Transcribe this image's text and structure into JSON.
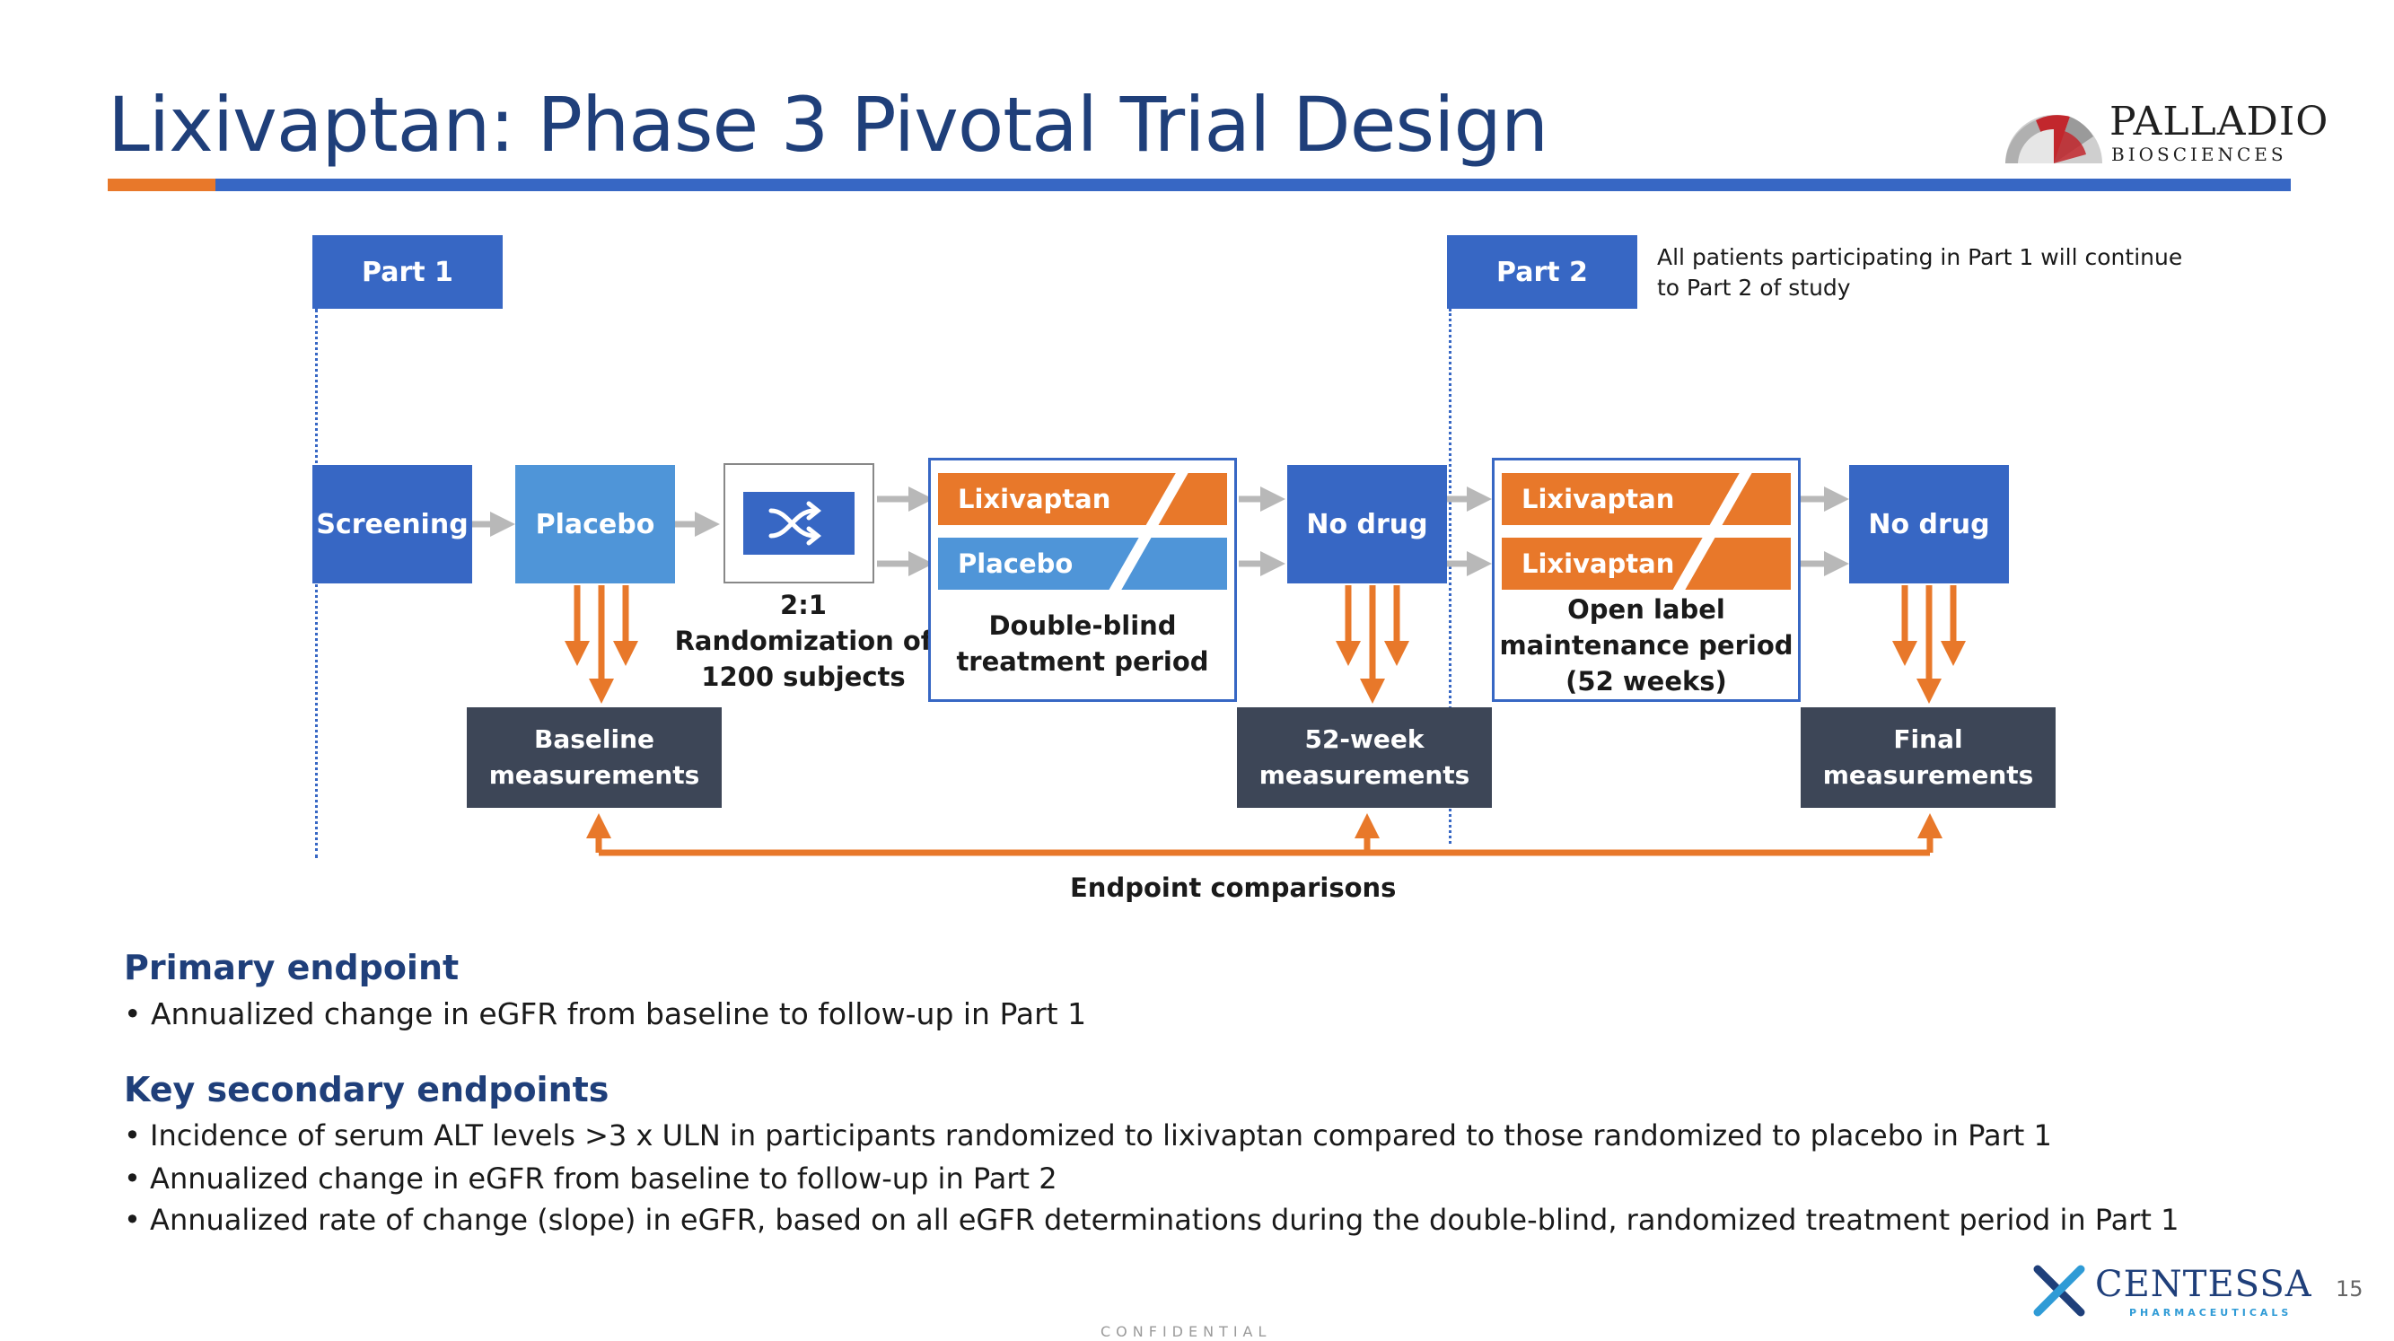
{
  "title": "Lixivaptan: Phase 3 Pivotal Trial Design",
  "logo_top": {
    "name_line1": "PALLADIO",
    "name_line2": "BIOSCIENCES"
  },
  "part1": {
    "label": "Part 1"
  },
  "part2": {
    "label": "Part 2",
    "note_line1": "All patients participating in Part 1 will continue",
    "note_line2": "to Part 2 of study"
  },
  "flow": {
    "screening": "Screening",
    "placebo": "Placebo",
    "random_icon": "shuffle-icon",
    "randomization_line1": "2:1",
    "randomization_line2": "Randomization of",
    "randomization_line3": "1200 subjects",
    "db_bar1": "Lixivaptan",
    "db_bar2": "Placebo",
    "db_line1": "Double-blind",
    "db_line2": "treatment period",
    "nodrug1": "No drug",
    "ol_bar1": "Lixivaptan",
    "ol_bar2": "Lixivaptan",
    "ol_line1": "Open label",
    "ol_line2": "maintenance period",
    "ol_line3": "(52 weeks)",
    "nodrug2": "No drug",
    "baseline_line1": "Baseline",
    "baseline_line2": "measurements",
    "week52_line1": "52-week",
    "week52_line2": "measurements",
    "final_line1": "Final",
    "final_line2": "measurements",
    "endpoint_comparisons": "Endpoint comparisons"
  },
  "primary": {
    "heading": "Primary endpoint",
    "bullets": [
      "Annualized change in eGFR from baseline to follow-up in Part 1"
    ]
  },
  "secondary": {
    "heading": "Key secondary endpoints",
    "bullets": [
      "Incidence of serum ALT levels >3 x ULN in participants randomized to lixivaptan compared to those randomized to placebo in Part 1",
      "Annualized change in eGFR from baseline to follow-up in Part 2",
      "Annualized rate of change (slope) in eGFR, based on all eGFR determinations during the double-blind, randomized treatment period in Part 1"
    ]
  },
  "footer": {
    "confidential": "CONFIDENTIAL",
    "company": "CENTESSA",
    "company_sub": "PHARMACEUTICALS",
    "page": "15"
  },
  "colors": {
    "navy": "#1f3f7a",
    "blue": "#3767c4",
    "light_blue": "#4f95d8",
    "orange": "#e8782a",
    "dark": "#3d4657"
  }
}
